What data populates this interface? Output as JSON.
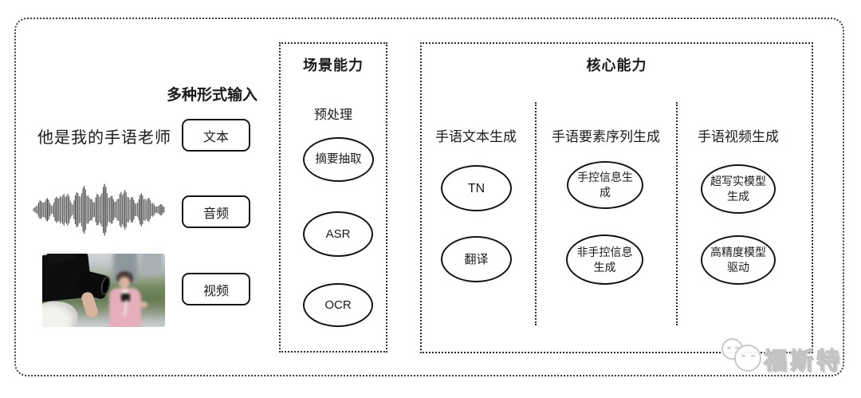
{
  "colors": {
    "stroke": "#1a1a1a",
    "dotted_border": "#2c2c2c",
    "watermark_gray": "#c9c9c9",
    "background": "#ffffff"
  },
  "input_section": {
    "header": "多种形式输入",
    "text_example": "他是我的手语老师",
    "modes": [
      {
        "label": "文本"
      },
      {
        "label": "音频"
      },
      {
        "label": "视频"
      }
    ],
    "audio_icon": "audio-waveform-icon",
    "video_thumbnail": "interview-photo"
  },
  "scene_box": {
    "title": "场景能力",
    "stage_label": "预处理",
    "nodes": [
      {
        "label": "摘要抽取"
      },
      {
        "label": "ASR"
      },
      {
        "label": "OCR"
      }
    ]
  },
  "core_box": {
    "title": "核心能力",
    "columns": [
      {
        "header": "手语文本生成",
        "nodes": [
          {
            "label": "TN"
          },
          {
            "label": "翻译"
          }
        ]
      },
      {
        "header": "手语要素序列生成",
        "nodes": [
          {
            "label": "手控信息生成"
          },
          {
            "label": "非手控信息生成"
          }
        ]
      },
      {
        "header": "手语视频生成",
        "nodes": [
          {
            "label": "超写实模型生成"
          },
          {
            "label": "高精度模型驱动"
          }
        ]
      }
    ]
  },
  "watermark": {
    "text": "福斯特",
    "logo": "mascot-faces-icon"
  }
}
